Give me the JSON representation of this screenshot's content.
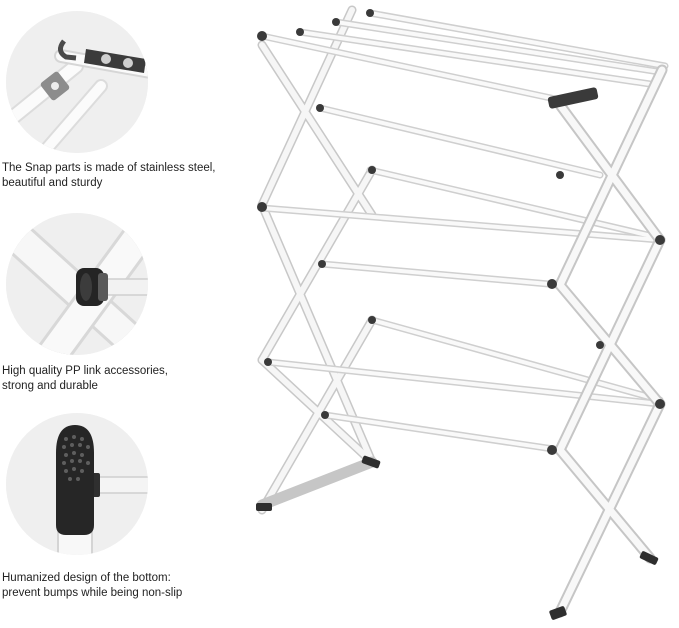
{
  "features": [
    {
      "icon": "snap-hinge-icon",
      "caption_line1": "The Snap parts is made of stainless steel,",
      "caption_line2": "beautiful and sturdy"
    },
    {
      "icon": "pp-link-joint-icon",
      "caption_line1": "High quality PP link accessories,",
      "caption_line2": "strong and durable"
    },
    {
      "icon": "non-slip-foot-icon",
      "caption_line1": "Humanized design of the bottom:",
      "caption_line2": "prevent bumps while being non-slip"
    }
  ],
  "colors": {
    "frame": "#f4f4f4",
    "frame_edge": "#c9c9c9",
    "joint": "#3a3a3a",
    "thumb_bg": "#f1f1f1"
  }
}
